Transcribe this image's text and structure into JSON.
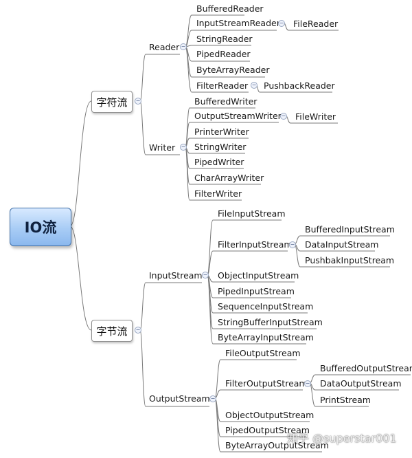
{
  "root": {
    "label": "IO流"
  },
  "categories": [
    {
      "key": "char",
      "label": "字符流",
      "groups": [
        {
          "label": "Reader",
          "children": [
            {
              "label": "BufferedReader"
            },
            {
              "label": "InputStreamReader",
              "children": [
                {
                  "label": "FileReader"
                }
              ]
            },
            {
              "label": "StringReader"
            },
            {
              "label": "PipedReader"
            },
            {
              "label": "ByteArrayReader"
            },
            {
              "label": "FilterReader",
              "children": [
                {
                  "label": "PushbackReader"
                }
              ]
            }
          ]
        },
        {
          "label": "Writer",
          "children": [
            {
              "label": "BufferedWriter"
            },
            {
              "label": "OutputStreamWriter",
              "children": [
                {
                  "label": "FileWriter"
                }
              ]
            },
            {
              "label": "PrinterWriter"
            },
            {
              "label": "StringWriter"
            },
            {
              "label": "PipedWriter"
            },
            {
              "label": "CharArrayWriter"
            },
            {
              "label": "FilterWriter"
            }
          ]
        }
      ]
    },
    {
      "key": "byte",
      "label": "字节流",
      "groups": [
        {
          "label": "InputStream",
          "children": [
            {
              "label": "FileInputStream"
            },
            {
              "label": "FilterInputStream",
              "children": [
                {
                  "label": "BufferedInputStream"
                },
                {
                  "label": "DataInputStream"
                },
                {
                  "label": "PushbakInputStream"
                }
              ]
            },
            {
              "label": "ObjectInputStream"
            },
            {
              "label": "PipedInputStream"
            },
            {
              "label": "SequenceInputStream"
            },
            {
              "label": "StringBufferInputStream"
            },
            {
              "label": "ByteArrayInputStream"
            }
          ]
        },
        {
          "label": "OutputStream",
          "children": [
            {
              "label": "FileOutputStream"
            },
            {
              "label": "FilterOutputStream",
              "children": [
                {
                  "label": "BufferedOutputStream"
                },
                {
                  "label": "DataOutputStream"
                },
                {
                  "label": "PrintStream"
                }
              ]
            },
            {
              "label": "ObjectOutputStream"
            },
            {
              "label": "PipedOutputStream"
            },
            {
              "label": "ByteArrayOutputStream"
            }
          ]
        }
      ]
    }
  ],
  "watermark": "知乎 @superstar001",
  "colors": {
    "line": "#7a7a7a",
    "root_fill": "#a8ccf5",
    "root_border": "#3f6fa8"
  }
}
